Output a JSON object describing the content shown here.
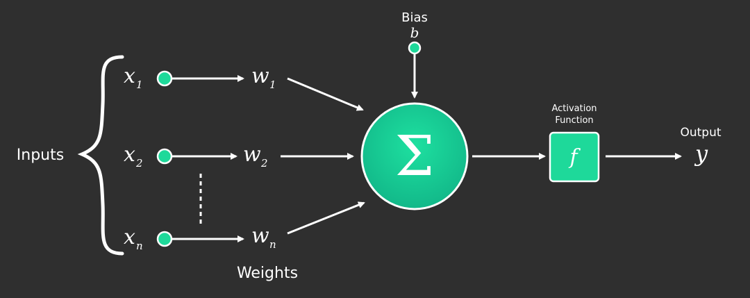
{
  "labels": {
    "inputs": "Inputs",
    "weights": "Weights",
    "bias": "Bias",
    "bias_symbol": "b",
    "activation_line1": "Activation",
    "activation_line2": "Function",
    "activation_symbol": "f",
    "output": "Output",
    "output_symbol": "y",
    "sum_symbol": "Σ"
  },
  "inputs": [
    {
      "var": "x",
      "sub": "1",
      "weight": "w",
      "wsub": "1"
    },
    {
      "var": "x",
      "sub": "2",
      "weight": "w",
      "wsub": "2"
    },
    {
      "var": "x",
      "sub": "n",
      "weight": "w",
      "wsub": "n"
    }
  ],
  "colors": {
    "background": "#2f2f2f",
    "node_green": "#1ed99a",
    "node_outline": "#ffffff",
    "arrow": "#ffffff"
  }
}
